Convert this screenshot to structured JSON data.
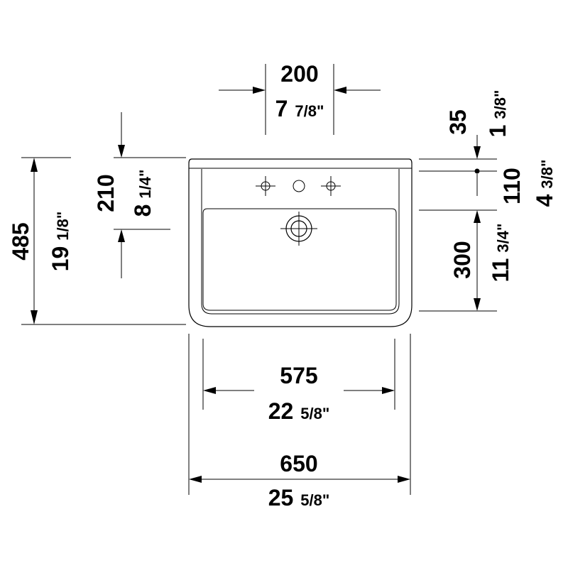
{
  "dimensions": {
    "tap_spacing": {
      "mm": "200",
      "in_whole": "7",
      "in_frac": "7/8\""
    },
    "rim_thickness": {
      "mm": "35",
      "in_whole": "1",
      "in_frac": "3/8\""
    },
    "rim_to_bowl": {
      "mm": "110",
      "in_whole": "4",
      "in_frac": "3/8\""
    },
    "bowl_depth": {
      "mm": "300",
      "in_whole": "11",
      "in_frac": "3/4\""
    },
    "top_to_drain": {
      "mm": "210",
      "in_whole": "8",
      "in_frac": "1/4\""
    },
    "overall_depth": {
      "mm": "485",
      "in_whole": "19",
      "in_frac": "1/8\""
    },
    "bowl_width": {
      "mm": "575",
      "in_whole": "22",
      "in_frac": "5/8\""
    },
    "overall_width": {
      "mm": "650",
      "in_whole": "25",
      "in_frac": "5/8\""
    }
  }
}
